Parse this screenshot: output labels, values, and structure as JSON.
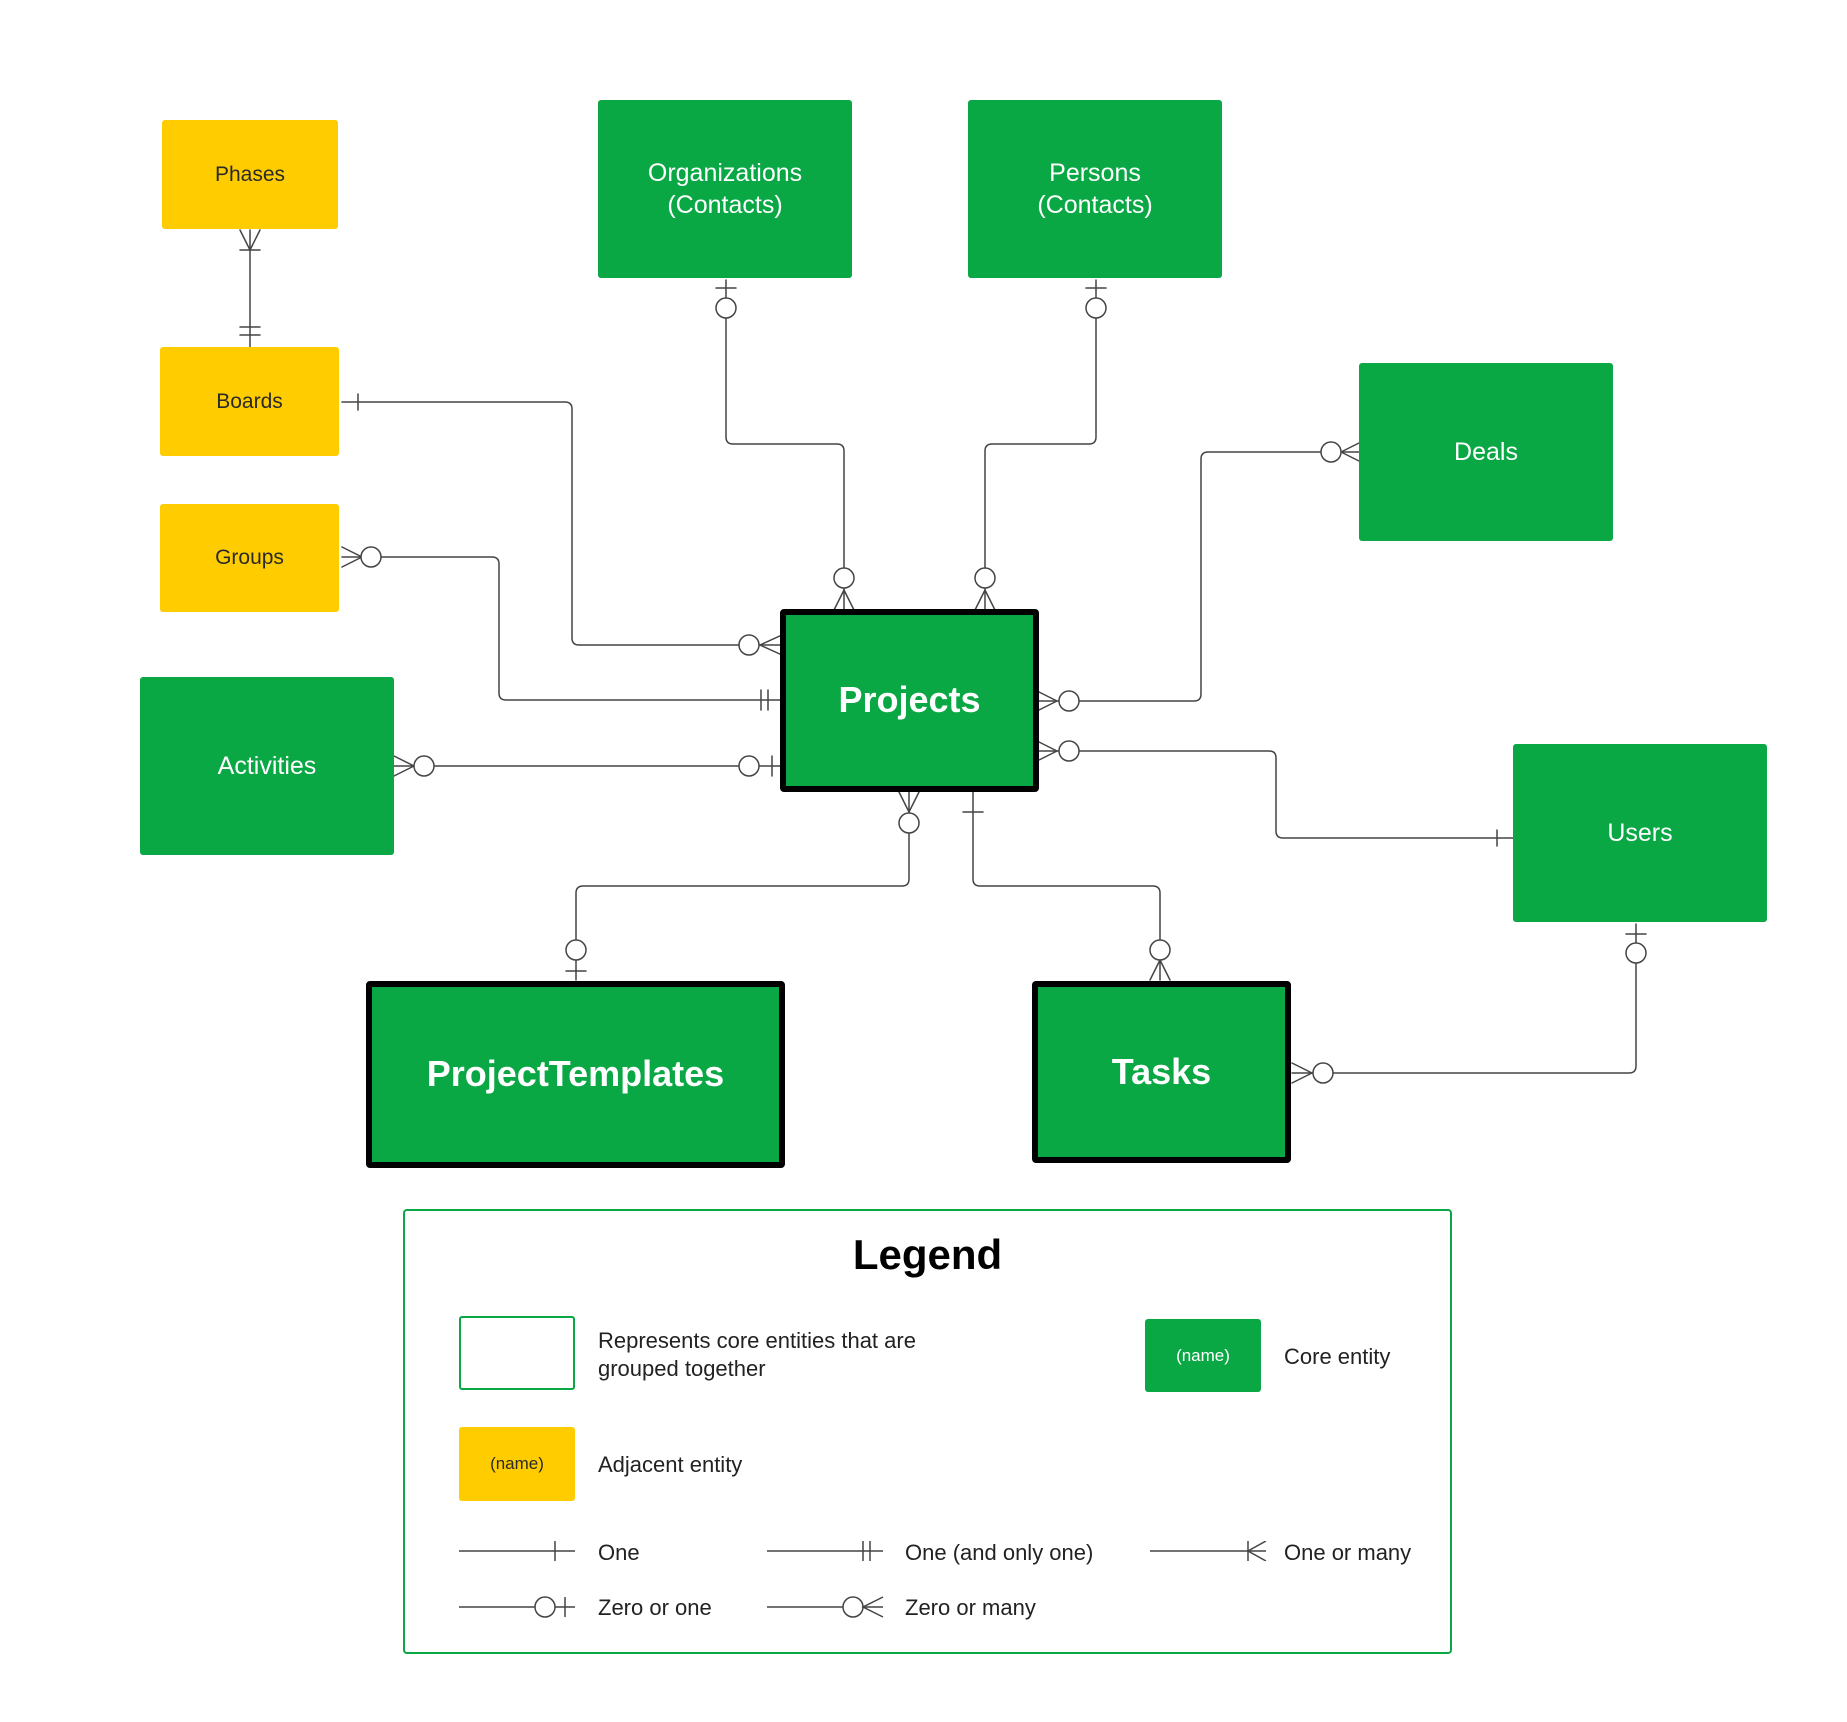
{
  "entities": {
    "phases": "Phases",
    "boards": "Boards",
    "groups": "Groups",
    "activities": "Activities",
    "organizations": "Organizations\n(Contacts)",
    "persons": "Persons\n(Contacts)",
    "deals": "Deals",
    "projects": "Projects",
    "users": "Users",
    "project_templates": "ProjectTemplates",
    "tasks": "Tasks"
  },
  "legend": {
    "title": "Legend",
    "group_desc": "Represents core entities that are\ngrouped together",
    "core_swatch": "(name)",
    "core_desc": "Core entity",
    "adjacent_swatch": "(name)",
    "adjacent_desc": "Adjacent entity",
    "one": "One",
    "one_and_only_one": "One (and only one)",
    "one_or_many": "One or many",
    "zero_or_one": "Zero or one",
    "zero_or_many": "Zero or many"
  },
  "colors": {
    "core": "#0aa844",
    "adjacent": "#ffcc00",
    "line": "#444444",
    "border": "#000000"
  }
}
